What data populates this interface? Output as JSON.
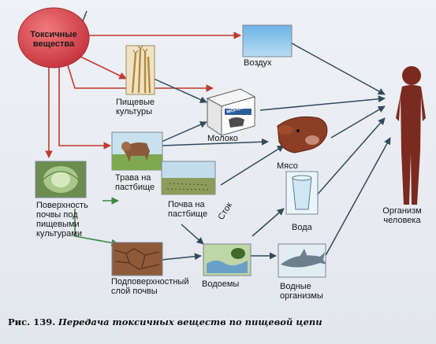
{
  "nodes": {
    "toxic": "Токсичные вещества",
    "air": "Воздух",
    "food_crops": "Пищевые культуры",
    "milk": "Молоко",
    "pasture_grass": "Трава на пастбище",
    "meat": "Мясо",
    "pasture_soil": "Почва на пастбище",
    "surface_soil": "Поверхность почвы под пищевыми культурами",
    "water": "Вода",
    "human": "Организм человека",
    "subsurface_soil": "Подповерхностный слой почвы",
    "water_bodies": "Водоемы",
    "aquatic": "Водные организмы",
    "runoff": "Сток"
  },
  "caption": {
    "number": "Рис. 139.",
    "text": "Передача токсичных веществ по пищевой цепи"
  },
  "milk_carton_label": "МОЛОКО",
  "colors": {
    "toxic_fill": "#d8474f",
    "arrow": "#2f4a5c",
    "red_arrow": "#c0392b",
    "green_arrow": "#3a8b3f"
  }
}
